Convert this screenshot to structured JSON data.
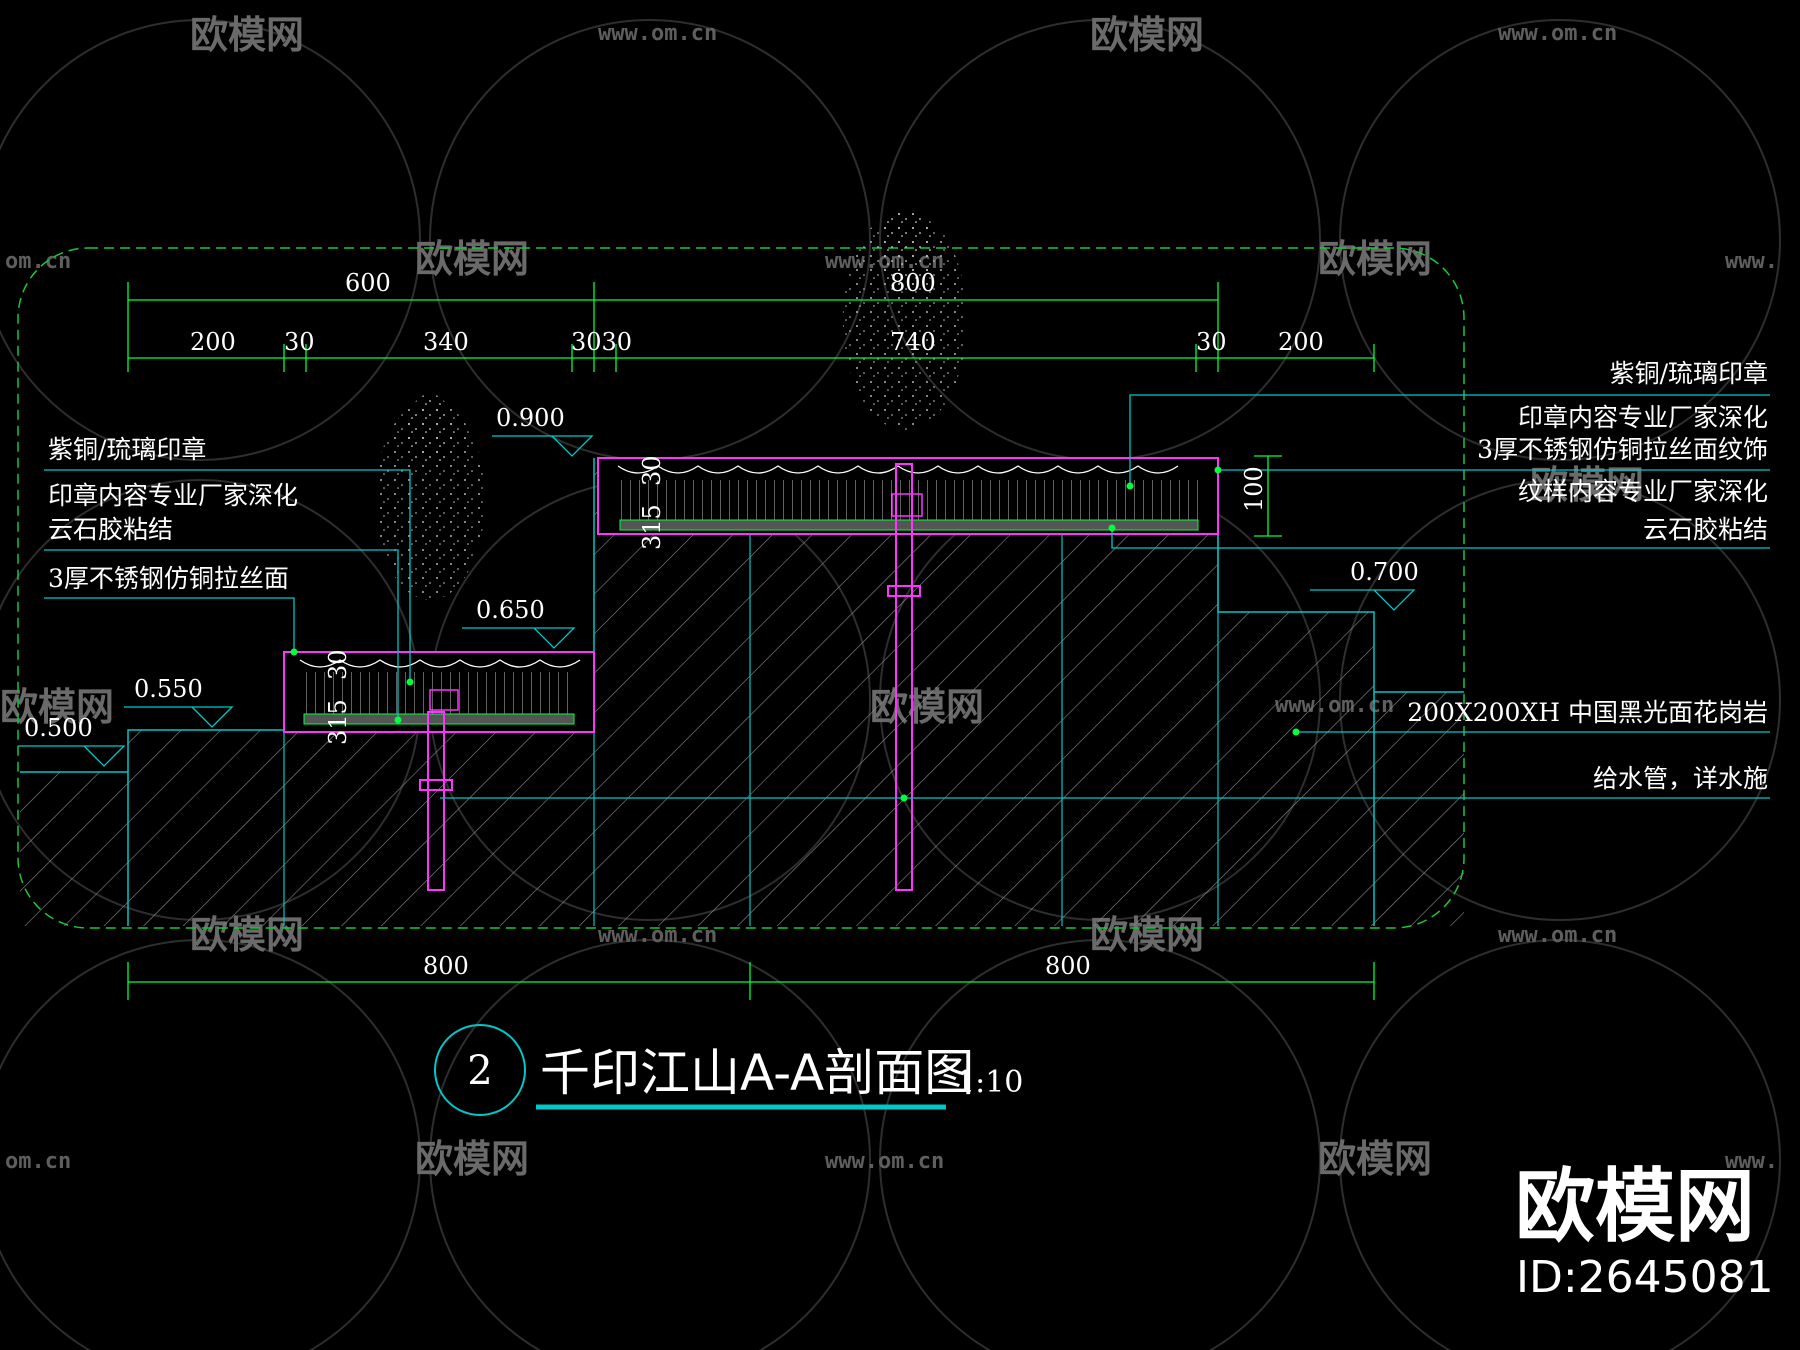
{
  "drawing": {
    "number": "2",
    "title": "千印江山A-A剖面图",
    "scale": "1:10"
  },
  "dimensions": {
    "top_row_1": [
      "600",
      "800"
    ],
    "top_row_2": [
      "200",
      "30",
      "340",
      "3030",
      "740",
      "30",
      "200"
    ],
    "bottom": [
      "800",
      "800"
    ]
  },
  "levels": [
    "0.900",
    "0.650",
    "0.550",
    "0.500",
    "0.700"
  ],
  "vertical_dims": [
    "315",
    "30",
    "315",
    "30",
    "100"
  ],
  "labels_left": [
    "紫铜/琉璃印章",
    "印章内容专业厂家深化",
    "云石胶粘结",
    "3厚不锈钢仿铜拉丝面"
  ],
  "labels_right": [
    "紫铜/琉璃印章",
    "印章内容专业厂家深化",
    "3厚不锈钢仿铜拉丝面纹饰",
    "纹样内容专业厂家深化",
    "云石胶粘结",
    "200X200XH 中国黑光面花岗岩",
    "给水管，详水施"
  ],
  "watermark": {
    "logo": "欧模网",
    "url": "www.om.cn",
    "url_partial": "om.cn",
    "url_prefix": "www."
  },
  "brand": {
    "name": "欧模网",
    "id": "ID:2645081"
  },
  "colors": {
    "background": "#000000",
    "dimension": "#00ff3c",
    "section": "#00c8c8",
    "hatch": "#9a9a9a",
    "pipe": "#ff33ff",
    "text": "#ffffff"
  }
}
